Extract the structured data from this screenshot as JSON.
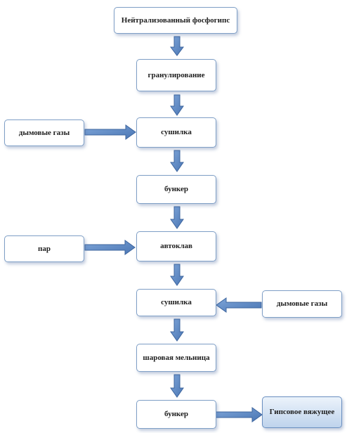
{
  "nodes": {
    "phosphogypsum": "Нейтрализованный фосфогипс",
    "granulation": "гранулирование",
    "dryer1": "сушилка",
    "flue_gas_1": "дымовые газы",
    "hopper1": "бункер",
    "steam": "пар",
    "autoclave": "автоклав",
    "dryer2": "сушилка",
    "flue_gas_2": "дымовые газы",
    "ball_mill": "шаровая мельница",
    "hopper2": "бункер",
    "gypsum_binder": "Гипсовое вяжущее"
  },
  "colors": {
    "arrow_fill": "#5b87c5",
    "arrow_stroke": "#3d659e",
    "box_border": "#7f9fc6",
    "final_fill": "#bed3ec"
  }
}
